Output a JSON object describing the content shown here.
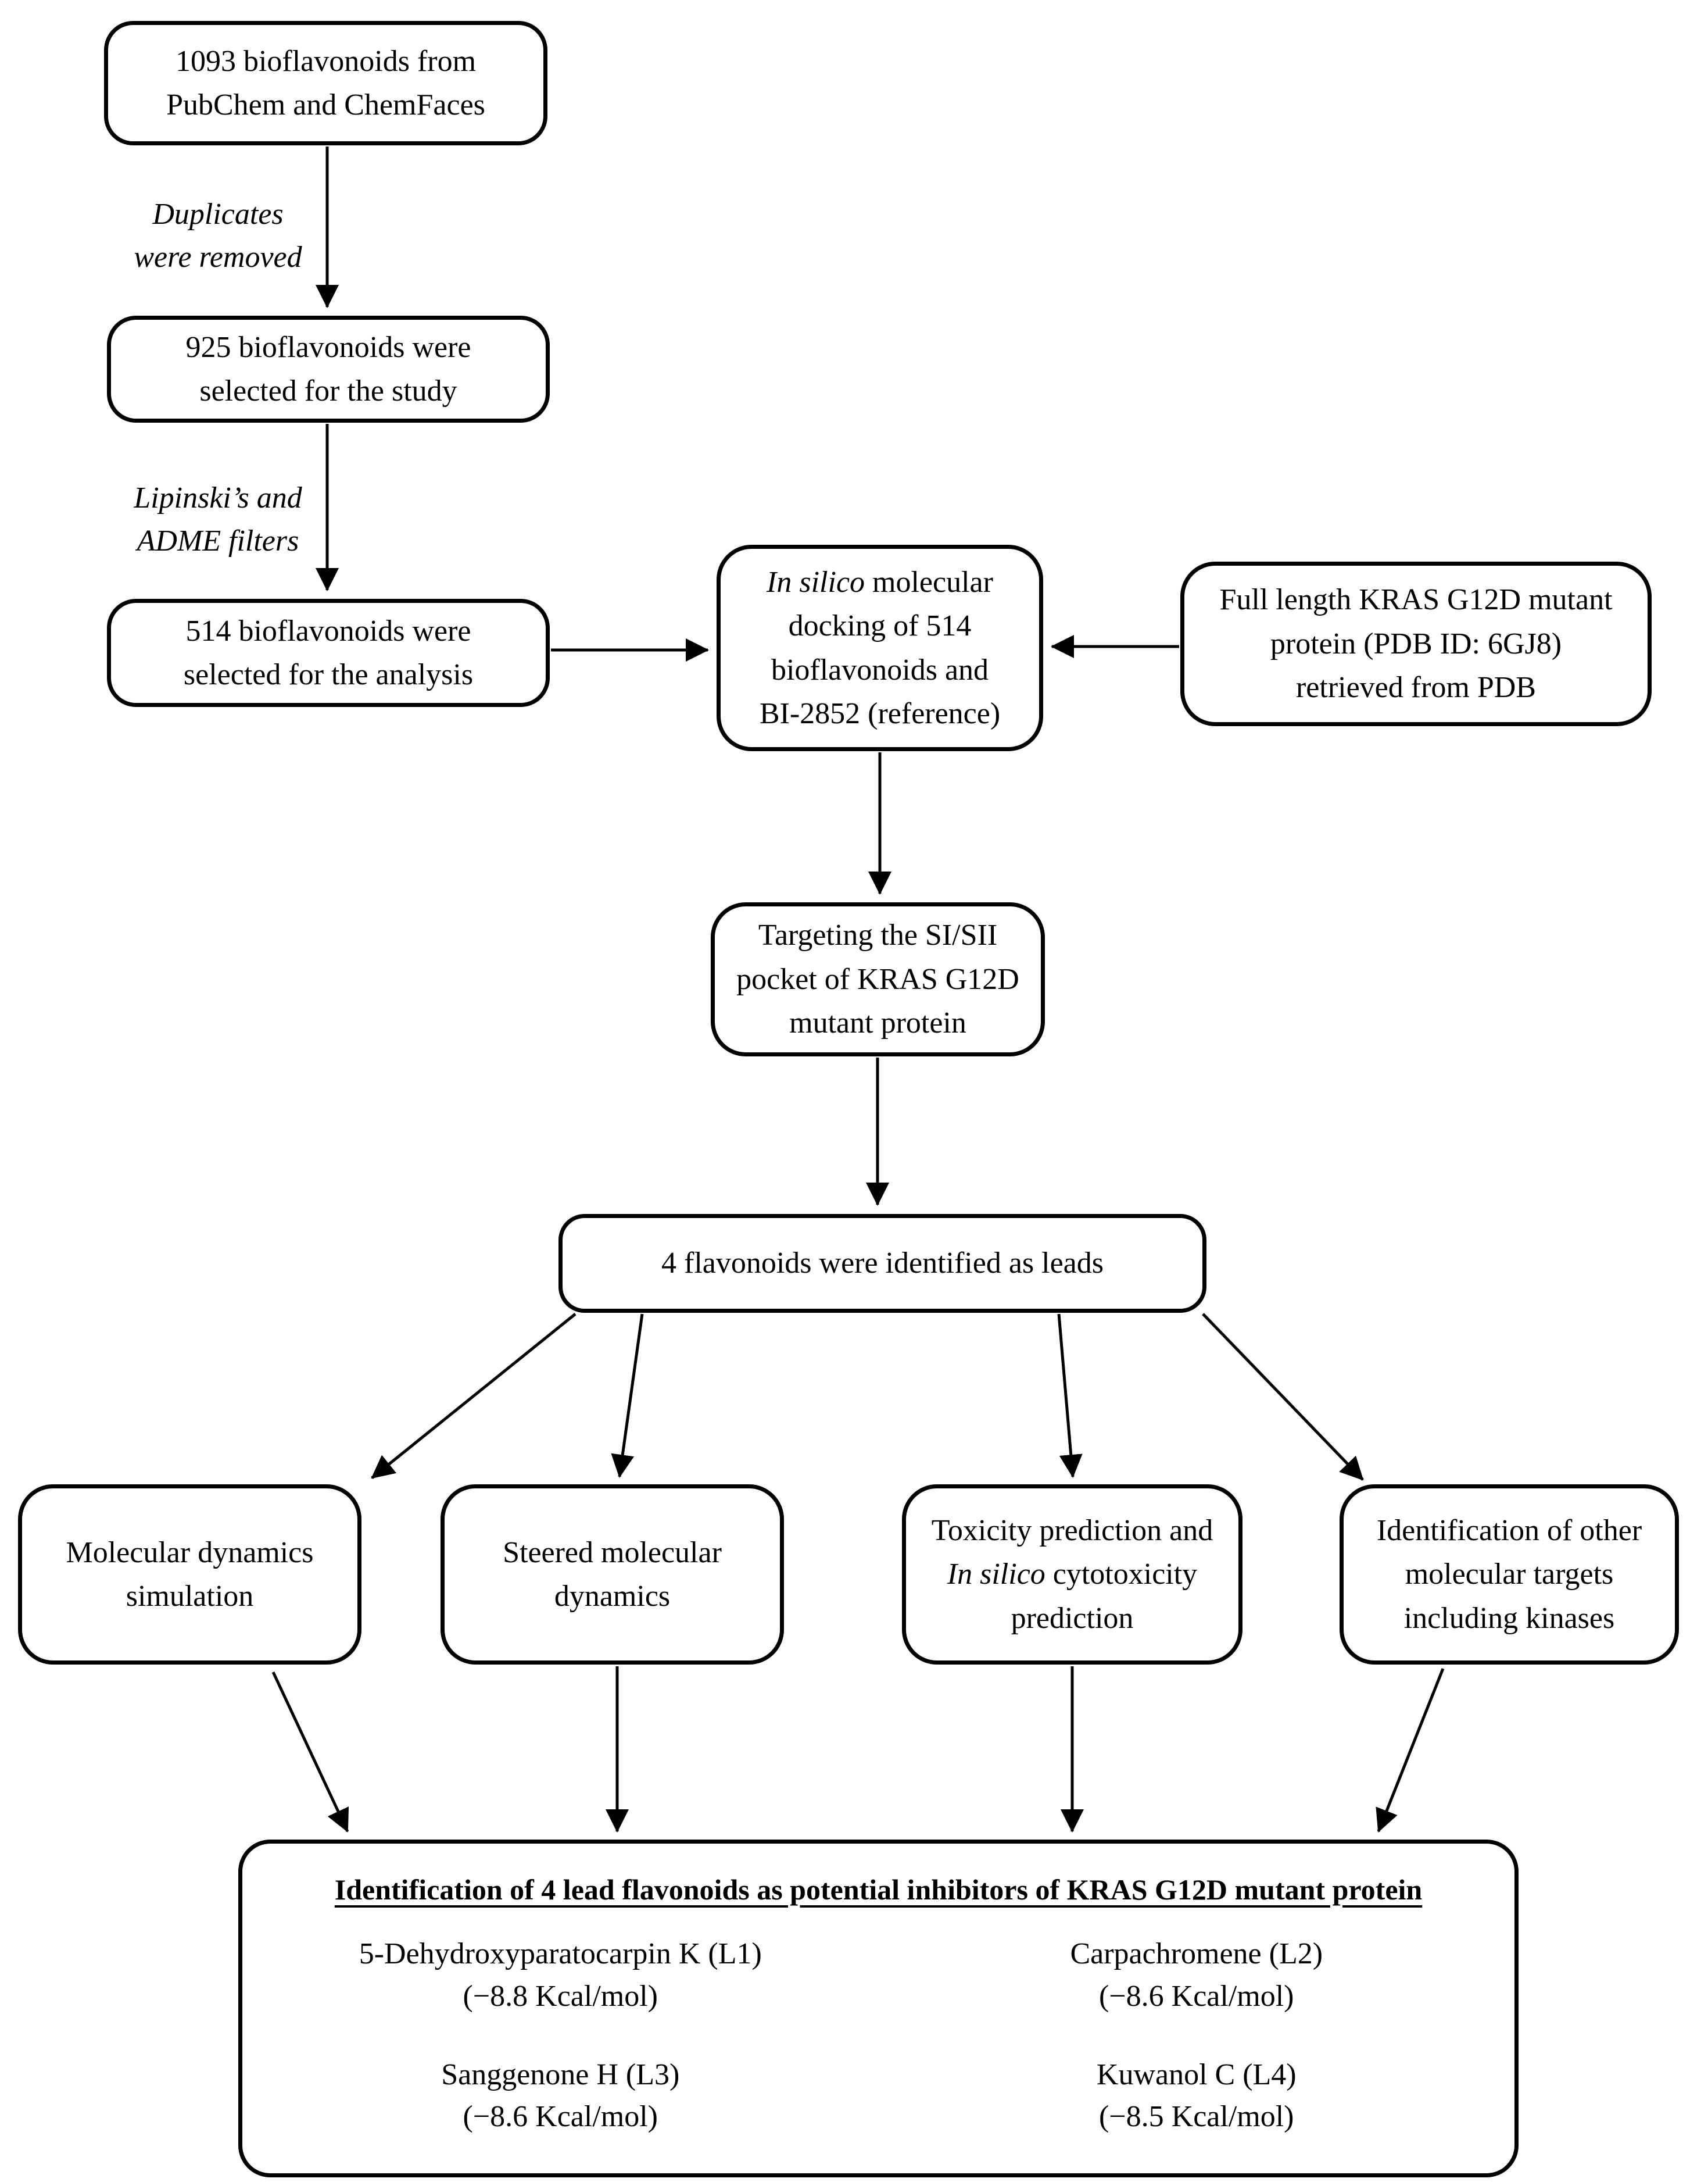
{
  "figure": {
    "background_color": "#ffffff",
    "line_color": "#000000",
    "type": "flowchart"
  },
  "nodes": {
    "source": {
      "lines": [
        "1093 bioflavonoids from",
        "PubChem and ChemFaces"
      ]
    },
    "selected_study": {
      "lines": [
        "925 bioflavonoids were",
        "selected for the study"
      ]
    },
    "selected_analysis": {
      "lines": [
        "514 bioflavonoids were",
        "selected for the analysis"
      ]
    },
    "docking": {
      "italic_lead": "In silico",
      "line1_rest": " molecular",
      "line2": "docking of 514",
      "line3": "bioflavonoids and",
      "line4": "BI-2852 (reference)"
    },
    "protein": {
      "lines": [
        "Full length KRAS G12D mutant",
        "protein (PDB ID: 6GJ8)",
        "retrieved from PDB"
      ]
    },
    "pocket": {
      "lines": [
        "Targeting the SI/SII",
        "pocket of KRAS G12D",
        "mutant protein"
      ]
    },
    "leads_identified": {
      "lines": [
        "4 flavonoids were identified as leads"
      ]
    },
    "md_simulation": {
      "lines": [
        "Molecular dynamics",
        "simulation"
      ]
    },
    "steered_md": {
      "lines": [
        "Steered molecular",
        "dynamics"
      ]
    },
    "toxicity": {
      "line1": "Toxicity prediction and",
      "italic_lead": "In silico",
      "line2_rest": " cytotoxicity",
      "line3": "prediction"
    },
    "other_targets": {
      "lines": [
        "Identification of other",
        "molecular targets",
        "including kinases"
      ]
    }
  },
  "edge_labels": {
    "duplicates": {
      "lines": [
        "Duplicates",
        "were removed"
      ]
    },
    "lipinski": {
      "lines": [
        "Lipinski’s and",
        "ADME filters"
      ]
    }
  },
  "results": {
    "title": "Identification of 4 lead flavonoids as potential inhibitors of KRAS G12D mutant protein",
    "leads": [
      {
        "name": "5-Dehydroxyparatocarpin K (L1)",
        "binding_energy": "(−8.8 Kcal/mol)"
      },
      {
        "name": "Carpachromene (L2)",
        "binding_energy": "(−8.6 Kcal/mol)"
      },
      {
        "name": "Sanggenone H (L3)",
        "binding_energy": "(−8.6 Kcal/mol)"
      },
      {
        "name": "Kuwanol C (L4)",
        "binding_energy": "(−8.5 Kcal/mol)"
      }
    ]
  }
}
